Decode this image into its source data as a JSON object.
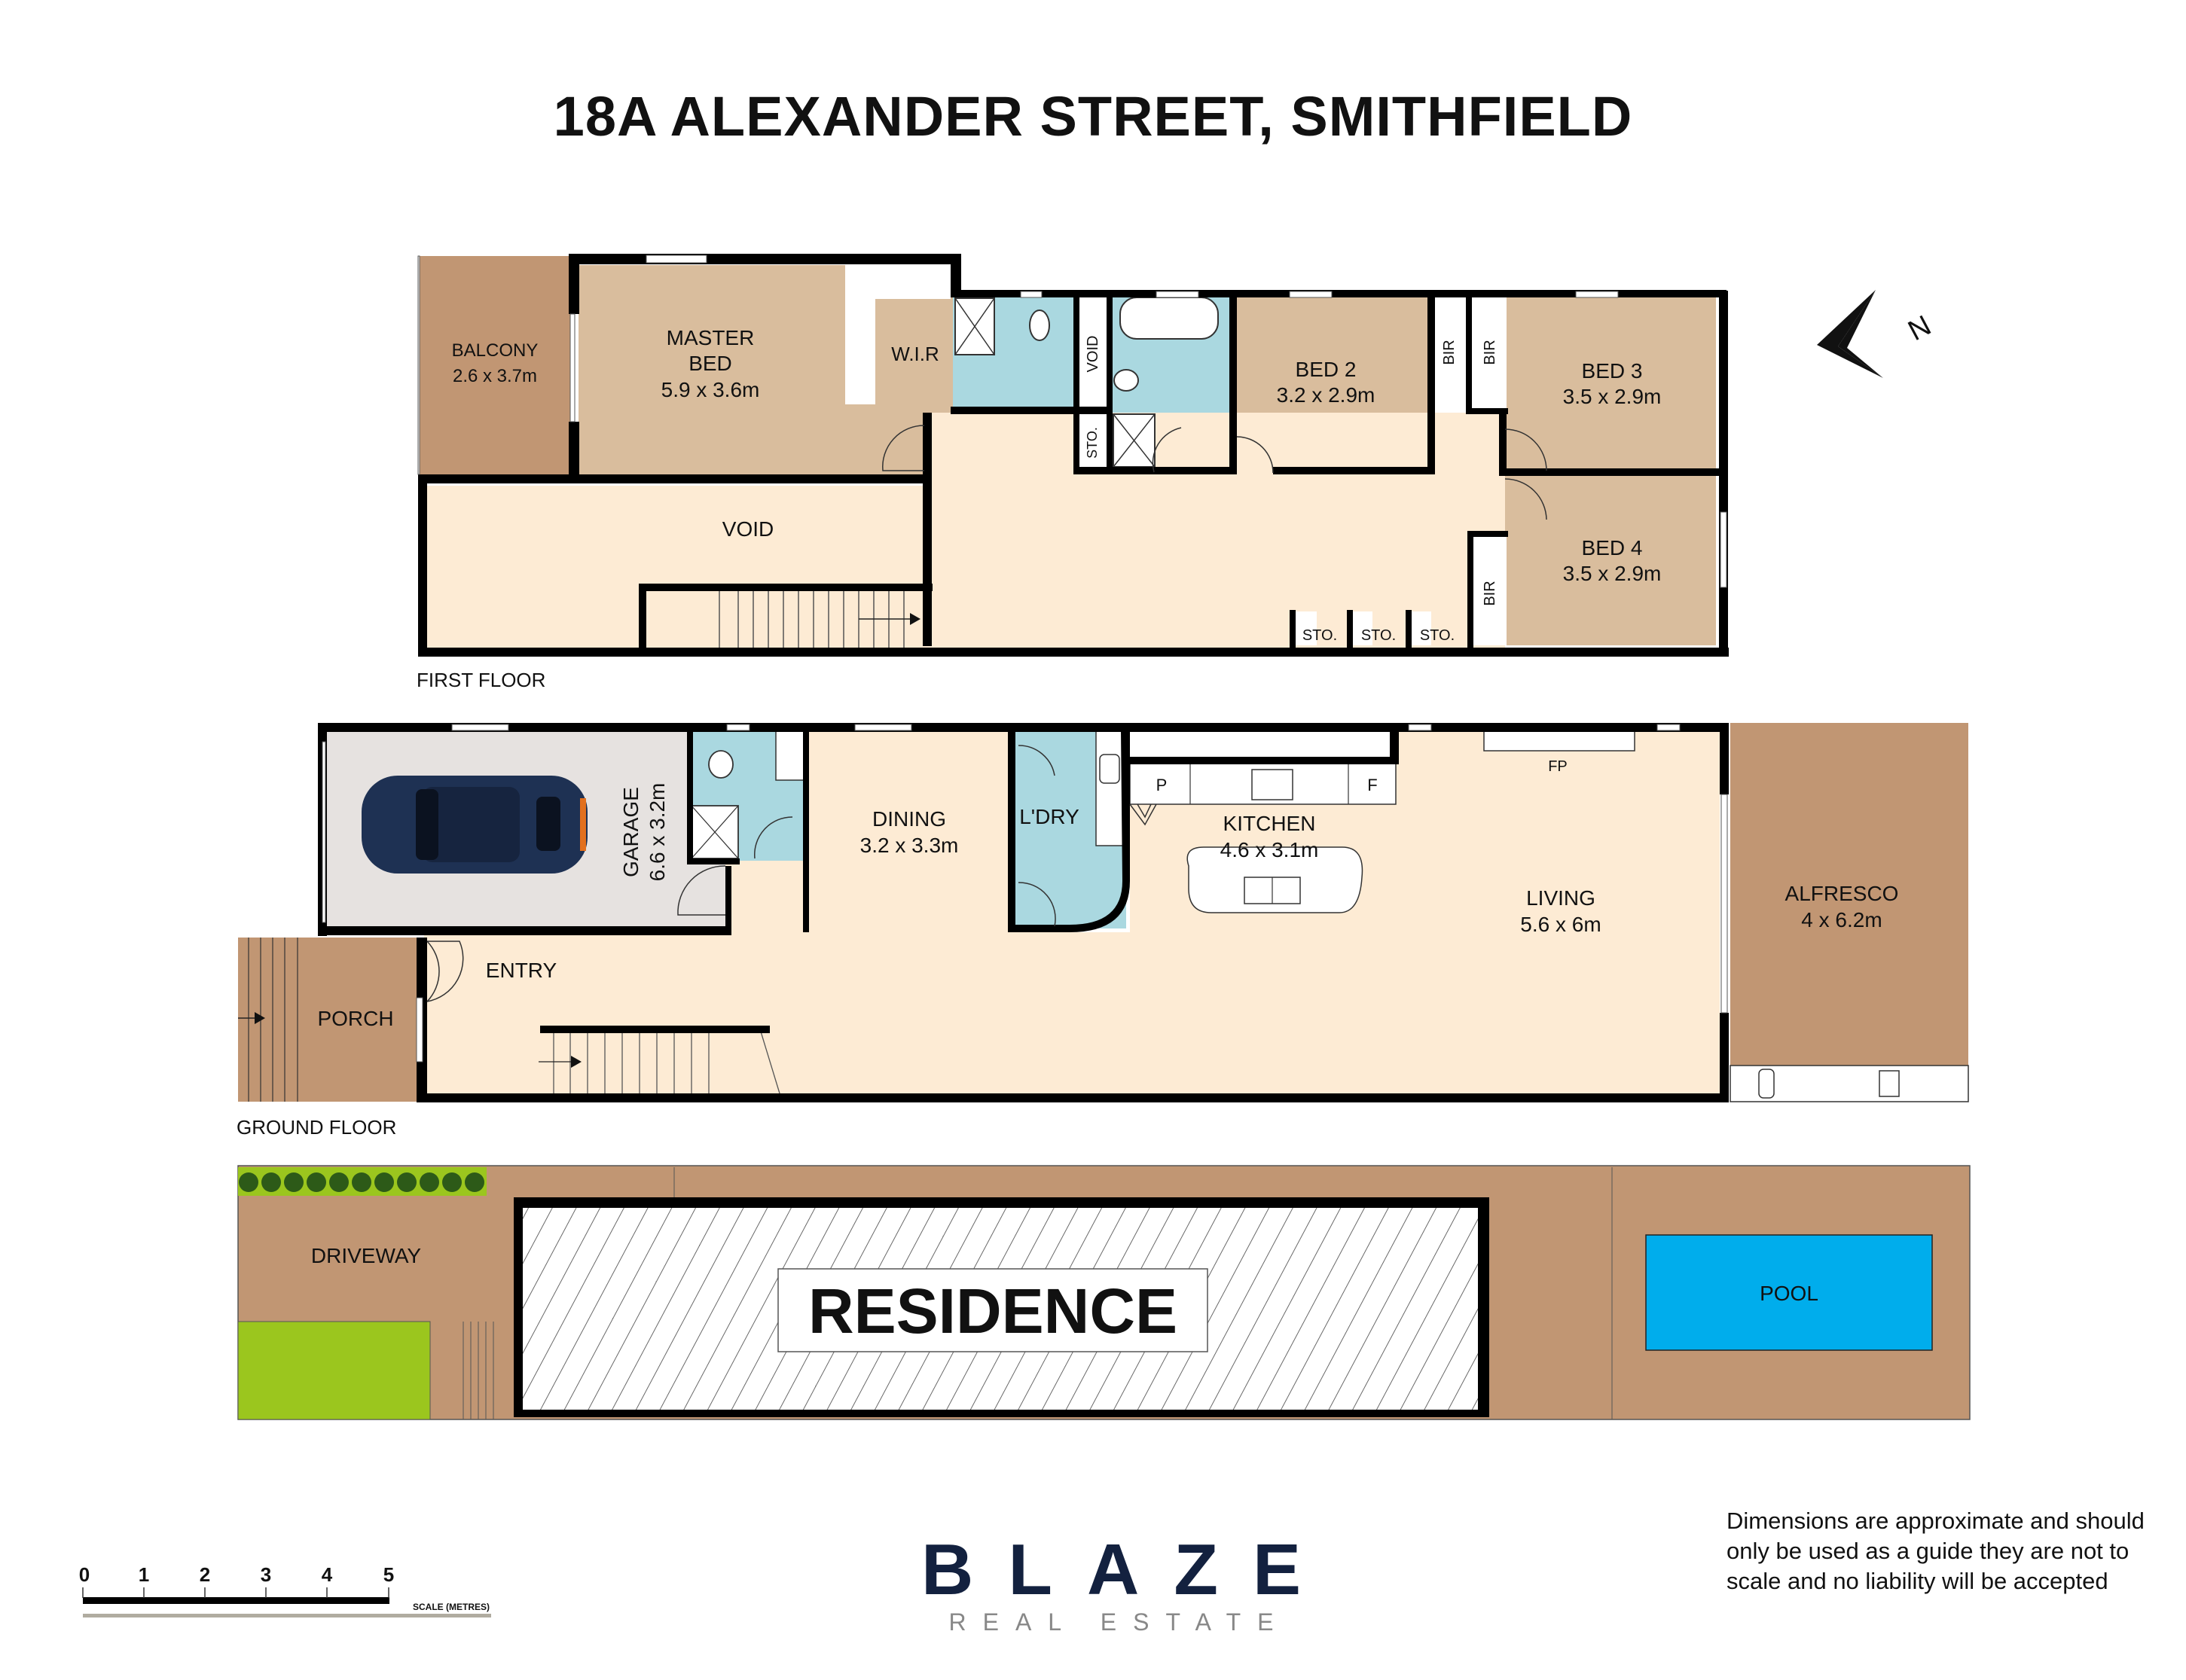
{
  "title": "18A ALEXANDER STREET, SMITHFIELD",
  "colors": {
    "wall": "#000000",
    "bedroom": "#d9bd9d",
    "balcony": "#c19673",
    "hall": "#fdebd4",
    "wet_area": "#aad8e0",
    "garage": "#e6e2e0",
    "site": "#c19673",
    "lawn": "#9bc61e",
    "pool": "#00adec",
    "brand": "#13213f"
  },
  "first_floor": {
    "label": "FIRST FLOOR",
    "rooms": [
      {
        "name": "BALCONY",
        "dims": "2.6 x 3.7m"
      },
      {
        "name": "MASTER",
        "name2": "BED",
        "dims": "5.9 x 3.6m"
      },
      {
        "name": "W.I.R"
      },
      {
        "name": "VOID"
      },
      {
        "name": "VOID"
      },
      {
        "name": "STO."
      },
      {
        "name": "BED 2",
        "dims": "3.2 x 2.9m"
      },
      {
        "name": "BIR"
      },
      {
        "name": "BIR"
      },
      {
        "name": "BED 3",
        "dims": "3.5 x 2.9m"
      },
      {
        "name": "BED 4",
        "dims": "3.5 x 2.9m"
      },
      {
        "name": "BIR"
      },
      {
        "name": "STO."
      },
      {
        "name": "STO."
      },
      {
        "name": "STO."
      }
    ]
  },
  "ground_floor": {
    "label": "GROUND FLOOR",
    "rooms": [
      {
        "name": "GARAGE",
        "dims": "6.6 x 3.2m"
      },
      {
        "name": "DINING",
        "dims": "3.2 x 3.3m"
      },
      {
        "name": "L'DRY"
      },
      {
        "name": "KITCHEN",
        "dims": "4.6 x 3.1m"
      },
      {
        "name": "LIVING",
        "dims": "5.6 x 6m"
      },
      {
        "name": "ALFRESCO",
        "dims": "4 x 6.2m"
      },
      {
        "name": "ENTRY"
      },
      {
        "name": "PORCH"
      },
      {
        "name": "P"
      },
      {
        "name": "F"
      },
      {
        "name": "FP"
      }
    ]
  },
  "site_plan": {
    "driveway": "DRIVEWAY",
    "residence": "RESIDENCE",
    "pool": "POOL"
  },
  "compass": {
    "label": "N"
  },
  "scale_bar": {
    "ticks": [
      "0",
      "1",
      "2",
      "3",
      "4",
      "5"
    ],
    "label": "SCALE (METRES)"
  },
  "brand": {
    "name": "BLAZE",
    "tagline": "REAL ESTATE"
  },
  "disclaimer": "Dimensions are approximate and should only be used as a guide they are not to scale and no liability will be accepted"
}
